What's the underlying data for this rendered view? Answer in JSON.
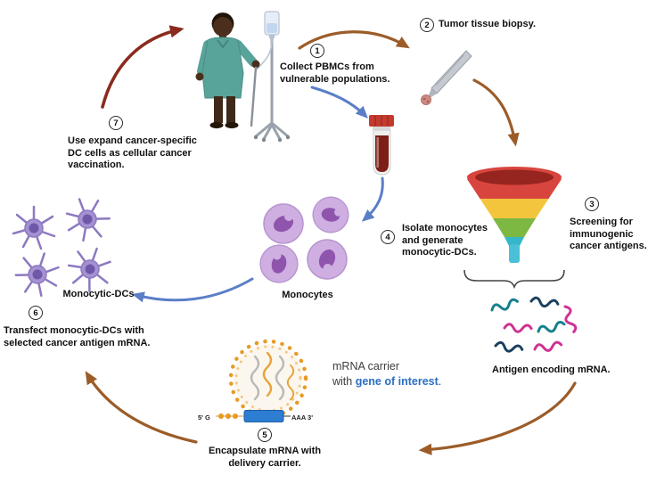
{
  "steps": [
    {
      "num": "1",
      "label": "Collect PBMCs from\nvulnerable populations."
    },
    {
      "num": "2",
      "label": "Tumor tissue biopsy."
    },
    {
      "num": "3",
      "label": "Screening for\nimmunogenic\ncancer antigens."
    },
    {
      "num": "4",
      "label": "Isolate monocytes\nand generate\nmonocytic-DCs."
    },
    {
      "num": "5",
      "label": "Encapsulate mRNA with\ndelivery carrier."
    },
    {
      "num": "6",
      "label": "Transfect monocytic-DCs with\nselected cancer antigen mRNA."
    },
    {
      "num": "7",
      "label": "Use expand cancer-specific\nDC cells as cellular cancer\nvaccination."
    }
  ],
  "labels": {
    "monocytes": "Monocytes",
    "monocytic_dcs": "Monocytic-DCs",
    "antigen_mrna": "Antigen encoding mRNA."
  },
  "carrier": {
    "line1": "mRNA carrier",
    "with_word": "with ",
    "gene": "gene of interest",
    "period": "."
  },
  "construct": {
    "five_prime": "5' G",
    "three_prime": "AAA 3'"
  },
  "colors": {
    "arrow_brown": "#9c5c28",
    "arrow_dark_red": "#8b2a1e",
    "arrow_blue": "#5b7fc7",
    "gene_link_blue": "#2b6fc4",
    "funnel_red": "#d8453e",
    "funnel_yellow": "#f3c53d",
    "funnel_green": "#7db843",
    "funnel_teal": "#35b6c9",
    "cell_purple": "#cfaee2",
    "nanoparticle_orange": "#e89a28"
  }
}
